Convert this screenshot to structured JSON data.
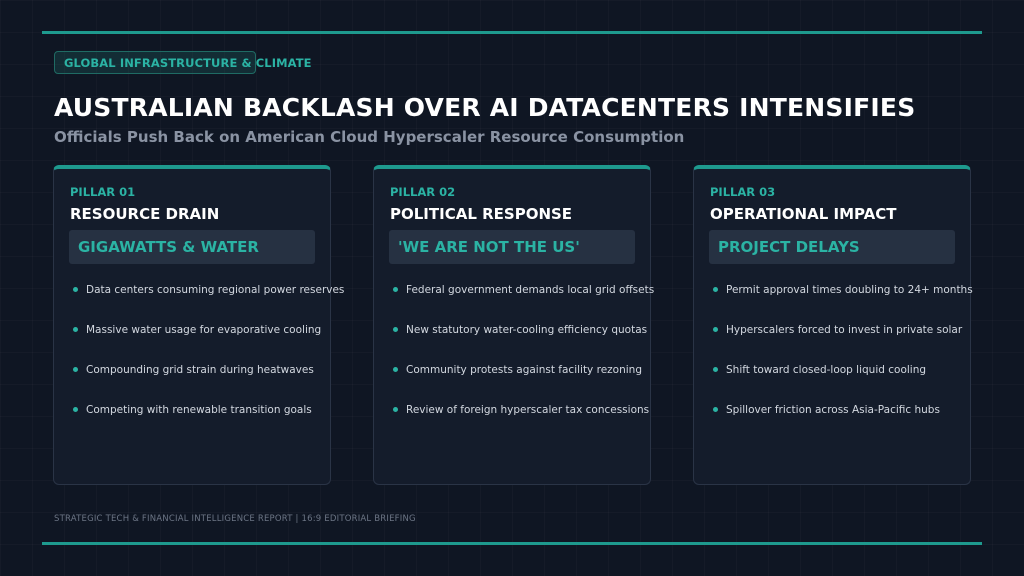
{
  "header": {
    "tag": "GLOBAL INFRASTRUCTURE & CLIMATE",
    "title": "AUSTRALIAN BACKLASH OVER AI DATACENTERS INTENSIFIES",
    "subtitle": "Officials Push Back on American Cloud Hyperscaler Resource Consumption"
  },
  "pillars": [
    {
      "number": "PILLAR 01",
      "title": "RESOURCE DRAIN",
      "highlight": "GIGAWATTS & WATER",
      "bullets": [
        "Data centers consuming regional power reserves",
        "Massive water usage for evaporative cooling",
        "Compounding grid strain during heatwaves",
        "Competing with renewable transition goals"
      ]
    },
    {
      "number": "PILLAR 02",
      "title": "POLITICAL RESPONSE",
      "highlight": "'WE ARE NOT THE US'",
      "bullets": [
        "Federal government demands local grid offsets",
        "New statutory water-cooling efficiency quotas",
        "Community protests against facility rezoning",
        "Review of foreign hyperscaler tax concessions"
      ]
    },
    {
      "number": "PILLAR 03",
      "title": "OPERATIONAL IMPACT",
      "highlight": "PROJECT DELAYS",
      "bullets": [
        "Permit approval times doubling to 24+ months",
        "Hyperscalers forced to invest in private solar",
        "Shift toward closed-loop liquid cooling",
        "Spillover friction across Asia-Pacific hubs"
      ]
    }
  ],
  "footer": {
    "text": "STRATEGIC TECH & FINANCIAL INTELLIGENCE REPORT | 16:9 EDITORIAL BRIEFING"
  },
  "colors": {
    "background": "#0f1623",
    "accent": "#1e9a8e",
    "accent_text": "#2bb3a4",
    "card": "#141c2b",
    "highlight_box": "#263142",
    "subtitle": "#8a93a3",
    "body_text": "#d3d8e0"
  }
}
